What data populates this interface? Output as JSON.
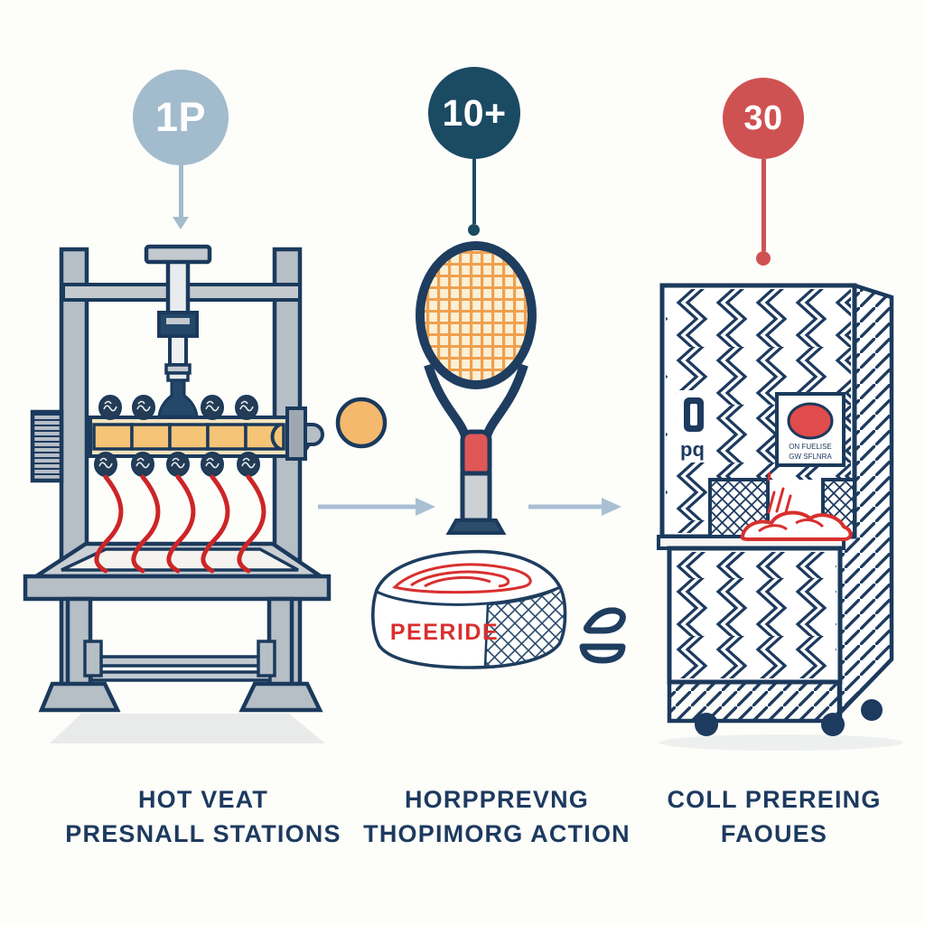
{
  "colors": {
    "background": "#fdfdfa",
    "navy_outline": "#1b3a5c",
    "text_navy": "#1d3a5f",
    "wire_red": "#cc2527",
    "accent_red": "#d8302f",
    "orange": "#f5c477",
    "machine_gray": "#b6bec6",
    "arrow_blue": "#a9bfd4",
    "badge1": "#a3bccd",
    "badge2": "#1b4a63",
    "badge3": "#cf5252"
  },
  "stages": [
    {
      "badge": "1P",
      "label_line1": "HOT VEAT",
      "label_line2": "PRESNALL STATIONS",
      "illustration": "hot-press-machine"
    },
    {
      "badge": "10+",
      "label_line1": "HORPPREVNG",
      "label_line2": "THOPIMORG ACTION",
      "illustration": "tennis-racket-ball-and-wrapped-package",
      "package_label": "PEERIDE"
    },
    {
      "badge": "30",
      "label_line1": "COLL PREREING",
      "label_line2": "FAOUES",
      "illustration": "cold-press-cabinet",
      "side_text": "pq",
      "panel_text_line1": "ON FUELISE",
      "panel_text_line2": "GW SFLNRA"
    }
  ]
}
